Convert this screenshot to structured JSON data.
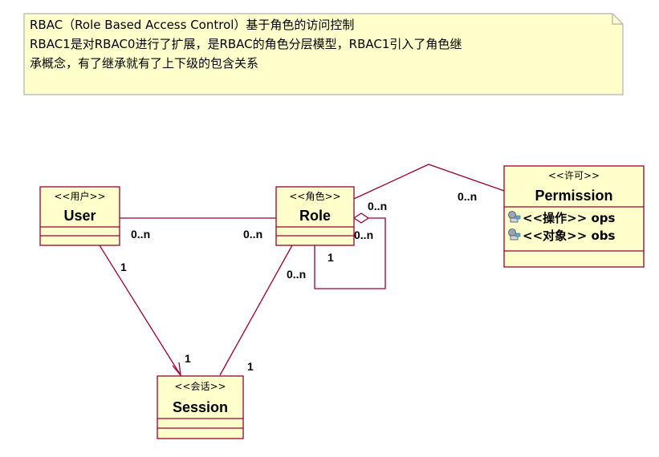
{
  "note": {
    "lines": [
      "RBAC（Role Based Access Control）基于角色的访问控制",
      "RBAC1是对RBAC0进行了扩展，是RBAC的角色分层模型，RBAC1引入了角色继",
      "承概念，有了继承就有了上下级的包含关系"
    ]
  },
  "classes": {
    "user": {
      "stereotype": "<<用户>>",
      "name": "User"
    },
    "role": {
      "stereotype": "<<角色>>",
      "name": "Role"
    },
    "permission": {
      "stereotype": "<<许可>>",
      "name": "Permission",
      "attributes": [
        {
          "icon": "key-attribute-icon",
          "text": "<<操作>> ops"
        },
        {
          "icon": "key-attribute-icon",
          "text": "<<对象>> obs"
        }
      ]
    },
    "session": {
      "stereotype": "<<会话>>",
      "name": "Session"
    }
  },
  "multiplicities": {
    "user_role_user_end": "0..n",
    "user_role_role_end": "0..n",
    "role_permission_role_end": "0..n",
    "role_permission_permission_end": "0..n",
    "role_self_aggregate_end": "0..n",
    "role_self_part_end": "1",
    "user_session_user_end": "1",
    "user_session_session_end": "1",
    "role_session_role_end": "0..n",
    "role_session_session_end": "1"
  },
  "colors": {
    "class_fill": "#ffffcc",
    "class_stroke": "#990033",
    "note_fill": "#ffffcc",
    "note_stroke": "#b0b0b0"
  }
}
